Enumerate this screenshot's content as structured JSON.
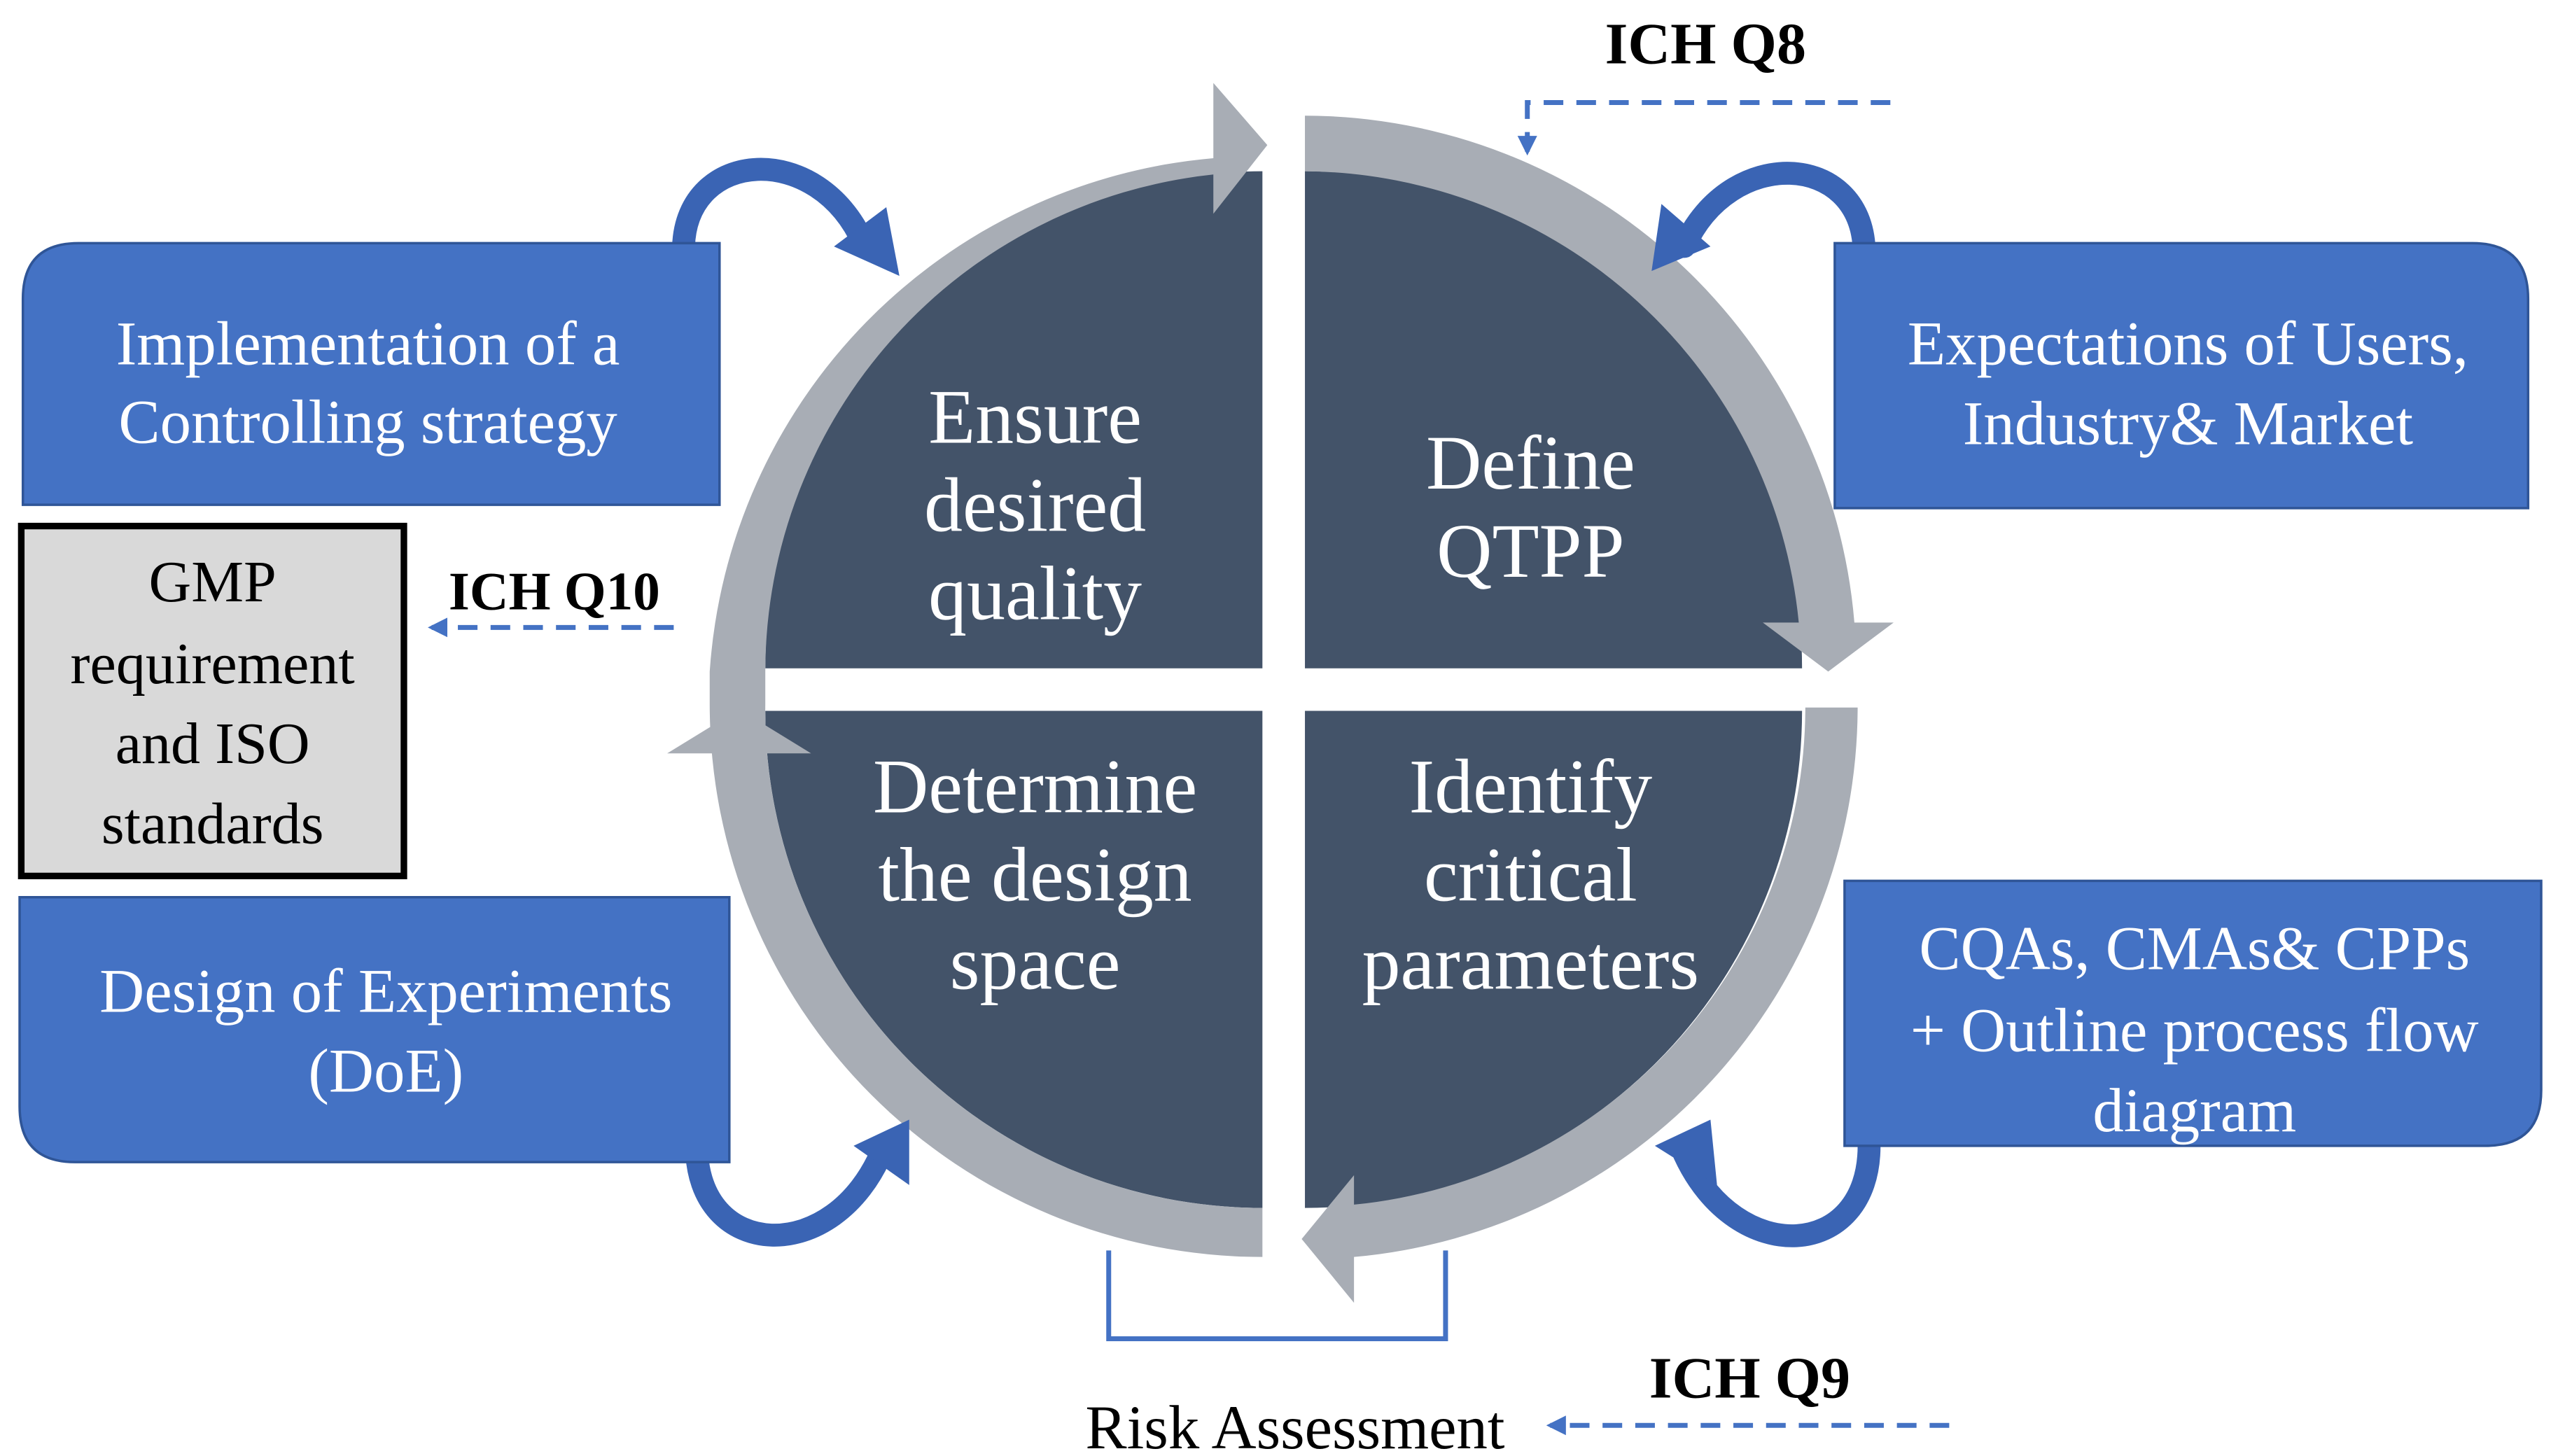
{
  "colors": {
    "quadrant_fill": "#435369",
    "ring_gray": "#a8adb5",
    "box_blue": "#4472c4",
    "box_blue_edge": "#2f5597",
    "curl_blue": "#3a64b4",
    "dash_blue": "#4472c4",
    "gmp_fill": "#d9d9d9",
    "text_white": "#ffffff",
    "text_black": "#000000"
  },
  "quadrants": {
    "top_left": {
      "lines": [
        "Ensure",
        "desired",
        "quality"
      ]
    },
    "top_right": {
      "lines": [
        "Define",
        "QTPP"
      ]
    },
    "bottom_left": {
      "lines": [
        "Determine",
        "the design",
        "space"
      ]
    },
    "bottom_right": {
      "lines": [
        "Identify",
        "critical",
        "parameters"
      ]
    }
  },
  "boxes": {
    "controlling": {
      "lines": [
        "Implementation of a",
        "Controlling strategy"
      ]
    },
    "expectations": {
      "lines": [
        "Expectations of Users,",
        "Industry& Market"
      ]
    },
    "doe": {
      "lines": [
        "Design of Experiments",
        "(DoE)"
      ]
    },
    "cqas": {
      "lines": [
        "CQAs, CMAs& CPPs",
        "+ Outline process flow",
        "diagram"
      ]
    },
    "gmp": {
      "lines": [
        "GMP",
        "requirement",
        "and ISO",
        "standards"
      ]
    }
  },
  "guidelines": {
    "q8": "ICH Q8",
    "q9": "ICH Q9",
    "q10": "ICH Q10"
  },
  "risk_assessment": "Risk Assessment",
  "icons": [
    "curved-arrow-icon",
    "dashed-arrow-icon",
    "ring-arrow-icon"
  ]
}
